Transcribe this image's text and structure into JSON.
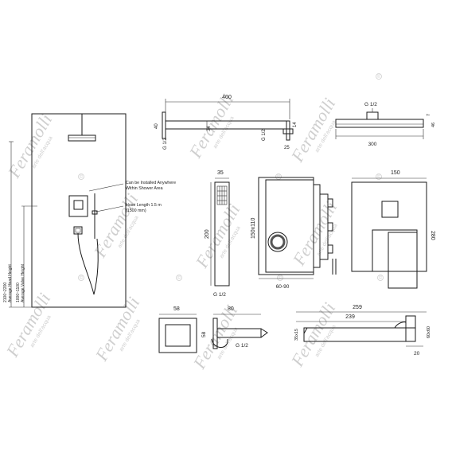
{
  "watermark": {
    "brand": "Feramolli",
    "tagline": "arte dell'acqua",
    "copyright": "©"
  },
  "layout_view": {
    "label_install": "Can be Installed Anywhere Within Shower Area",
    "label_hose": "Hose Length 1.5 m (1500 mm)",
    "dim_head_height": "2100~2200",
    "label_head_height": "Average Head Height",
    "dim_valve_height": "1000~1100",
    "label_valve_height": "Average Valve Height"
  },
  "shower_arm": {
    "dim_length": "400",
    "dim_height": "40",
    "dim_tube": "34",
    "dim_flange": "14",
    "dim_end": "25",
    "thread": "G 1/2"
  },
  "shower_head": {
    "thread": "G 1/2",
    "dim_width": "300",
    "dim_thickness": "7",
    "dim_total": "46"
  },
  "hand_shower": {
    "dim_width": "35",
    "dim_length": "200",
    "thread": "G 1/2"
  },
  "valve_body": {
    "dim_size": "150x110",
    "dim_depth": "60-90"
  },
  "cover_plate": {
    "dim_width": "150",
    "dim_height": "280"
  },
  "wall_outlet": {
    "dim_square": "58",
    "dim_projection": "80",
    "dim_height": "58",
    "thread": "G 1/2"
  },
  "spout": {
    "dim_total": "259",
    "dim_reach": "239",
    "dim_height": "35x15",
    "dim_wall": "60x60",
    "dim_end": "20"
  }
}
